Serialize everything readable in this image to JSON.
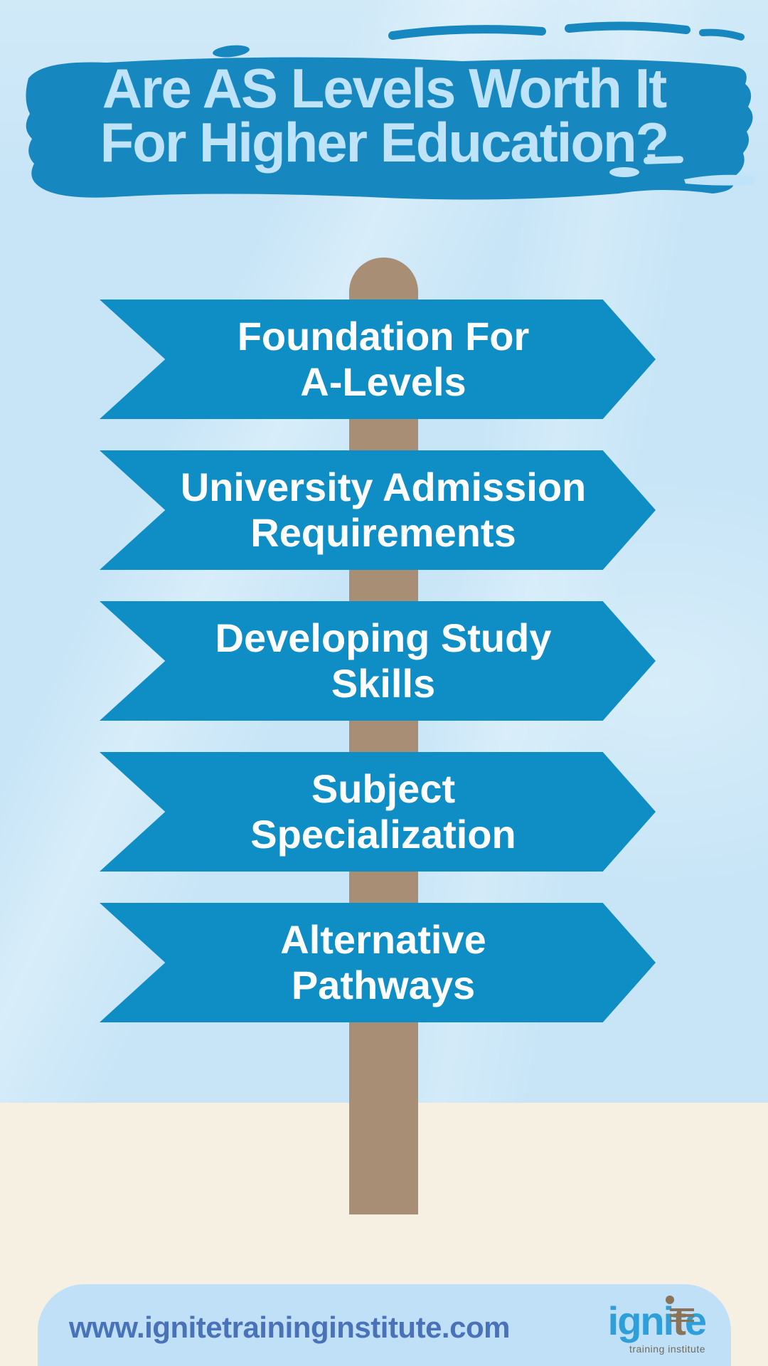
{
  "title": {
    "line1": "Are AS Levels Worth It",
    "line2": "For Higher Education?"
  },
  "signs": [
    {
      "label": "Foundation For\nA-Levels"
    },
    {
      "label": "University Admission\nRequirements"
    },
    {
      "label": "Developing Study\nSkills"
    },
    {
      "label": "Subject\nSpecialization"
    },
    {
      "label": "Alternative\nPathways"
    }
  ],
  "footer": {
    "website": "www.ignitetraininginstitute.com"
  },
  "logo": {
    "part1": "ign",
    "part2": "i",
    "part3": "t",
    "part4": "e",
    "tagline": "training institute"
  },
  "colors": {
    "background_blue": "#c7e5f7",
    "band_blue": "#1787c0",
    "sign_blue": "#0f8dc5",
    "sign_text": "#ffffff",
    "title_text": "#bfe3f8",
    "pole_tan": "#a78e74",
    "beige": "#f6f0e3",
    "footer_bar_blue": "#bfe0f6",
    "url_text_blue": "#4a72b8",
    "logo_blue": "#2e9fd8",
    "logo_brown": "#8b7358",
    "tagline_grey": "#6f6a62"
  }
}
